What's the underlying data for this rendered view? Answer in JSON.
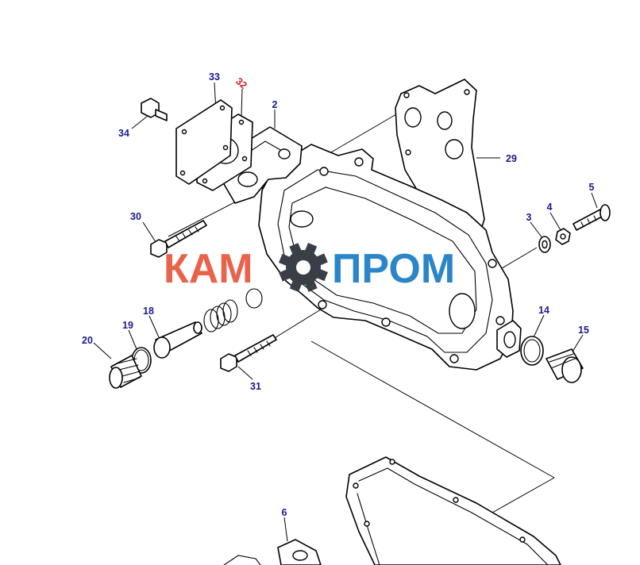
{
  "colors": {
    "callout": "#1a1a8c",
    "callout_highlight": "#cc2222",
    "logo_left": "#e8634a",
    "logo_right": "#2a86c8",
    "gear": "#3a3f47",
    "line": "#000000"
  },
  "logo": {
    "left_text": "КАМ",
    "right_text": "ПРОМ",
    "icon": "gear-icon"
  },
  "callouts": [
    {
      "id": "c2",
      "text": "2"
    },
    {
      "id": "c3",
      "text": "3"
    },
    {
      "id": "c4",
      "text": "4"
    },
    {
      "id": "c5",
      "text": "5"
    },
    {
      "id": "c6",
      "text": "6"
    },
    {
      "id": "c14",
      "text": "14"
    },
    {
      "id": "c15",
      "text": "15"
    },
    {
      "id": "c18",
      "text": "18"
    },
    {
      "id": "c19",
      "text": "19"
    },
    {
      "id": "c20",
      "text": "20"
    },
    {
      "id": "c29",
      "text": "29"
    },
    {
      "id": "c30",
      "text": "30"
    },
    {
      "id": "c31",
      "text": "31"
    },
    {
      "id": "c32",
      "text": "32"
    },
    {
      "id": "c33",
      "text": "33"
    },
    {
      "id": "c34",
      "text": "34"
    }
  ]
}
